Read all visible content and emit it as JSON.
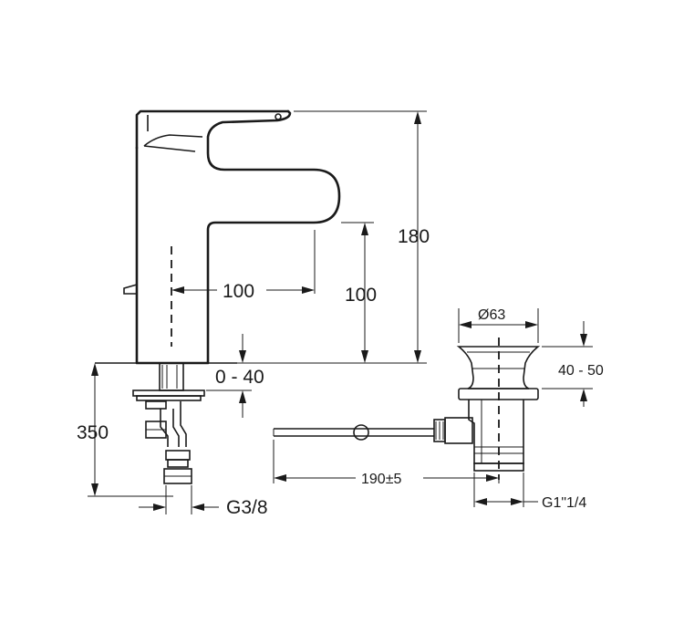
{
  "dimensions": {
    "faucet_height": "180",
    "spout_height": "100",
    "spout_reach": "100",
    "deck_thickness": "0 - 40",
    "supply_hose_length": "350",
    "supply_thread": "G3/8",
    "waste_flange_diameter": "Ø63",
    "waste_adjustment": "40 - 50",
    "pull_rod_length": "190±5",
    "waste_thread": "G1\"1/4"
  }
}
